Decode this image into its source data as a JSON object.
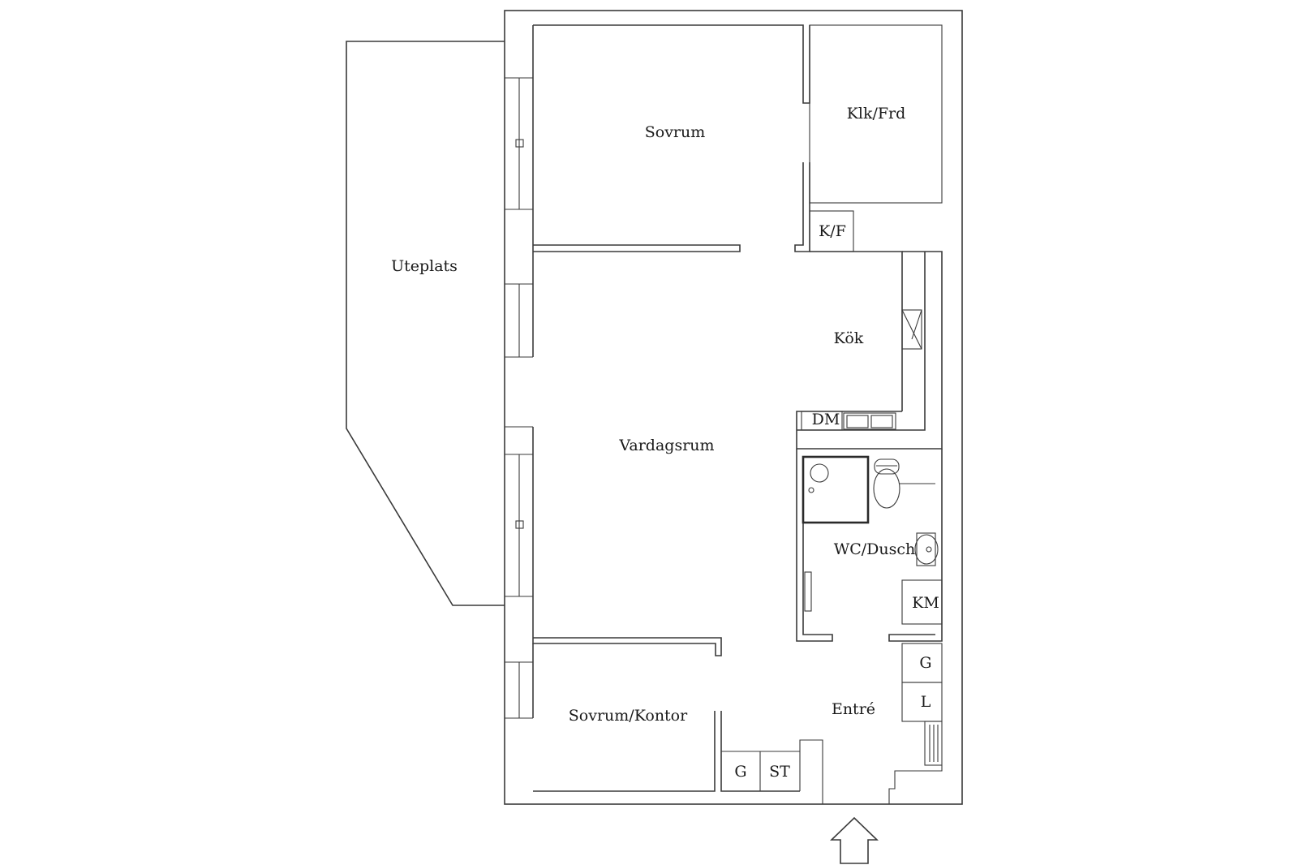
{
  "rooms": {
    "sovrum": "Sovrum",
    "klk_frd": "Klk/Frd",
    "kf": "K/F",
    "uteplats": "Uteplats",
    "kok": "Kök",
    "dm": "DM",
    "vardagsrum": "Vardagsrum",
    "wc_dusch": "WC/Dusch",
    "km": "KM",
    "g_right": "G",
    "l": "L",
    "entre": "Entré",
    "sovrum_kontor": "Sovrum/Kontor",
    "g_closet": "G",
    "st": "ST"
  },
  "icons": {
    "entrance": "entrance-arrow-icon"
  }
}
